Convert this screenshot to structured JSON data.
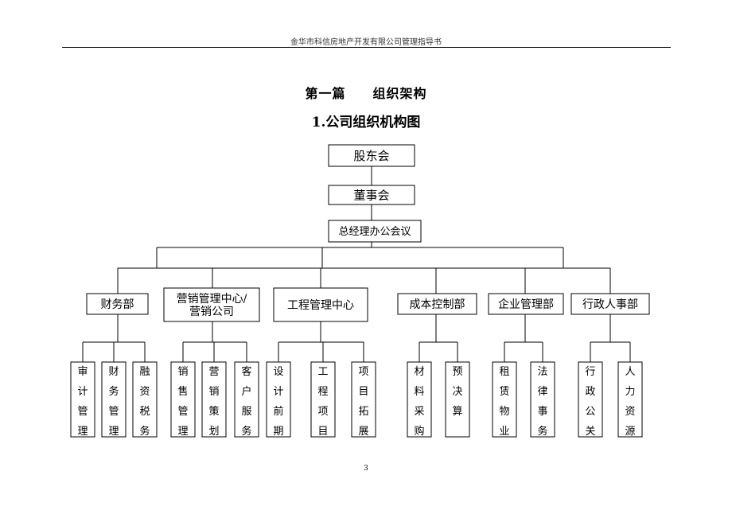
{
  "header": {
    "text": "金华市科信房地产开发有限公司管理指导书"
  },
  "part_title": {
    "part": "第一篇",
    "name": "组织架构"
  },
  "section_title": "1.公司组织机构图",
  "org": {
    "root": "股东会",
    "board": "董事会",
    "office": "总经理办公会议",
    "departments": [
      {
        "name": [
          "财务部"
        ],
        "units": [
          "审计管理",
          "财务管理",
          "融资税务"
        ]
      },
      {
        "name": [
          "营销管理中心/",
          "营销公司"
        ],
        "units": [
          "销售管理",
          "营销策划",
          "客户服务"
        ]
      },
      {
        "name": [
          "工程管理中心"
        ],
        "units": [
          "设计前期",
          "工程项目",
          "项目拓展"
        ]
      },
      {
        "name": [
          "成本控制部"
        ],
        "units": [
          "材料采购",
          "预决算"
        ]
      },
      {
        "name": [
          "企业管理部"
        ],
        "units": [
          "租赁物业",
          "法律事务"
        ]
      },
      {
        "name": [
          "行政人事部"
        ],
        "units": [
          "行政公关",
          "人力资源"
        ]
      }
    ]
  },
  "page_number": "3"
}
